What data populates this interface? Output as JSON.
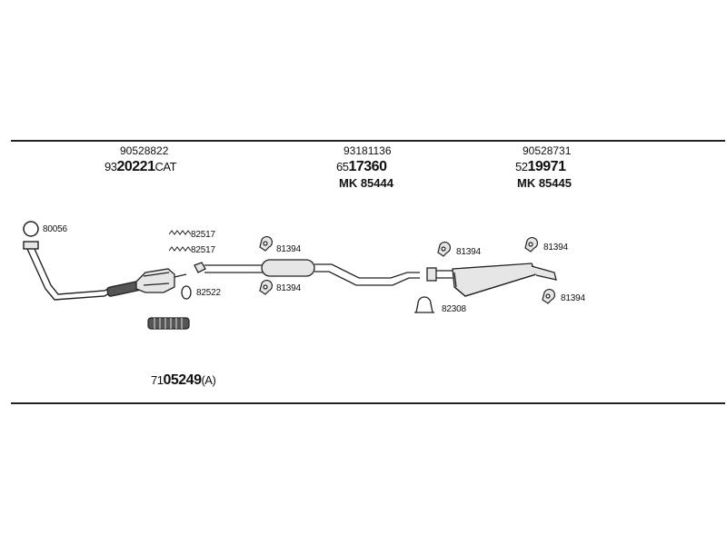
{
  "top_codes": {
    "left": {
      "ref": "90528822",
      "prefix": "93",
      "main": "20221",
      "suffix": "CAT"
    },
    "mid": {
      "ref": "93181136",
      "prefix": "65",
      "main": "17360",
      "mk": "MK 85444"
    },
    "right": {
      "ref": "90528731",
      "prefix": "52",
      "main": "19971",
      "mk": "MK 85445"
    }
  },
  "parts": {
    "p80056": "80056",
    "p82517a": "82517",
    "p82517b": "82517",
    "p82522": "82522",
    "p81394_1": "81394",
    "p81394_2": "81394",
    "p81394_3": "81394",
    "p81394_4": "81394",
    "p81394_5": "81394",
    "p82308": "82308"
  },
  "kit": {
    "prefix": "71",
    "main": "05249",
    "suffix": "(A)"
  },
  "colors": {
    "line": "#222222",
    "fill_light": "#e6e6e6",
    "fill_dark": "#555555"
  }
}
